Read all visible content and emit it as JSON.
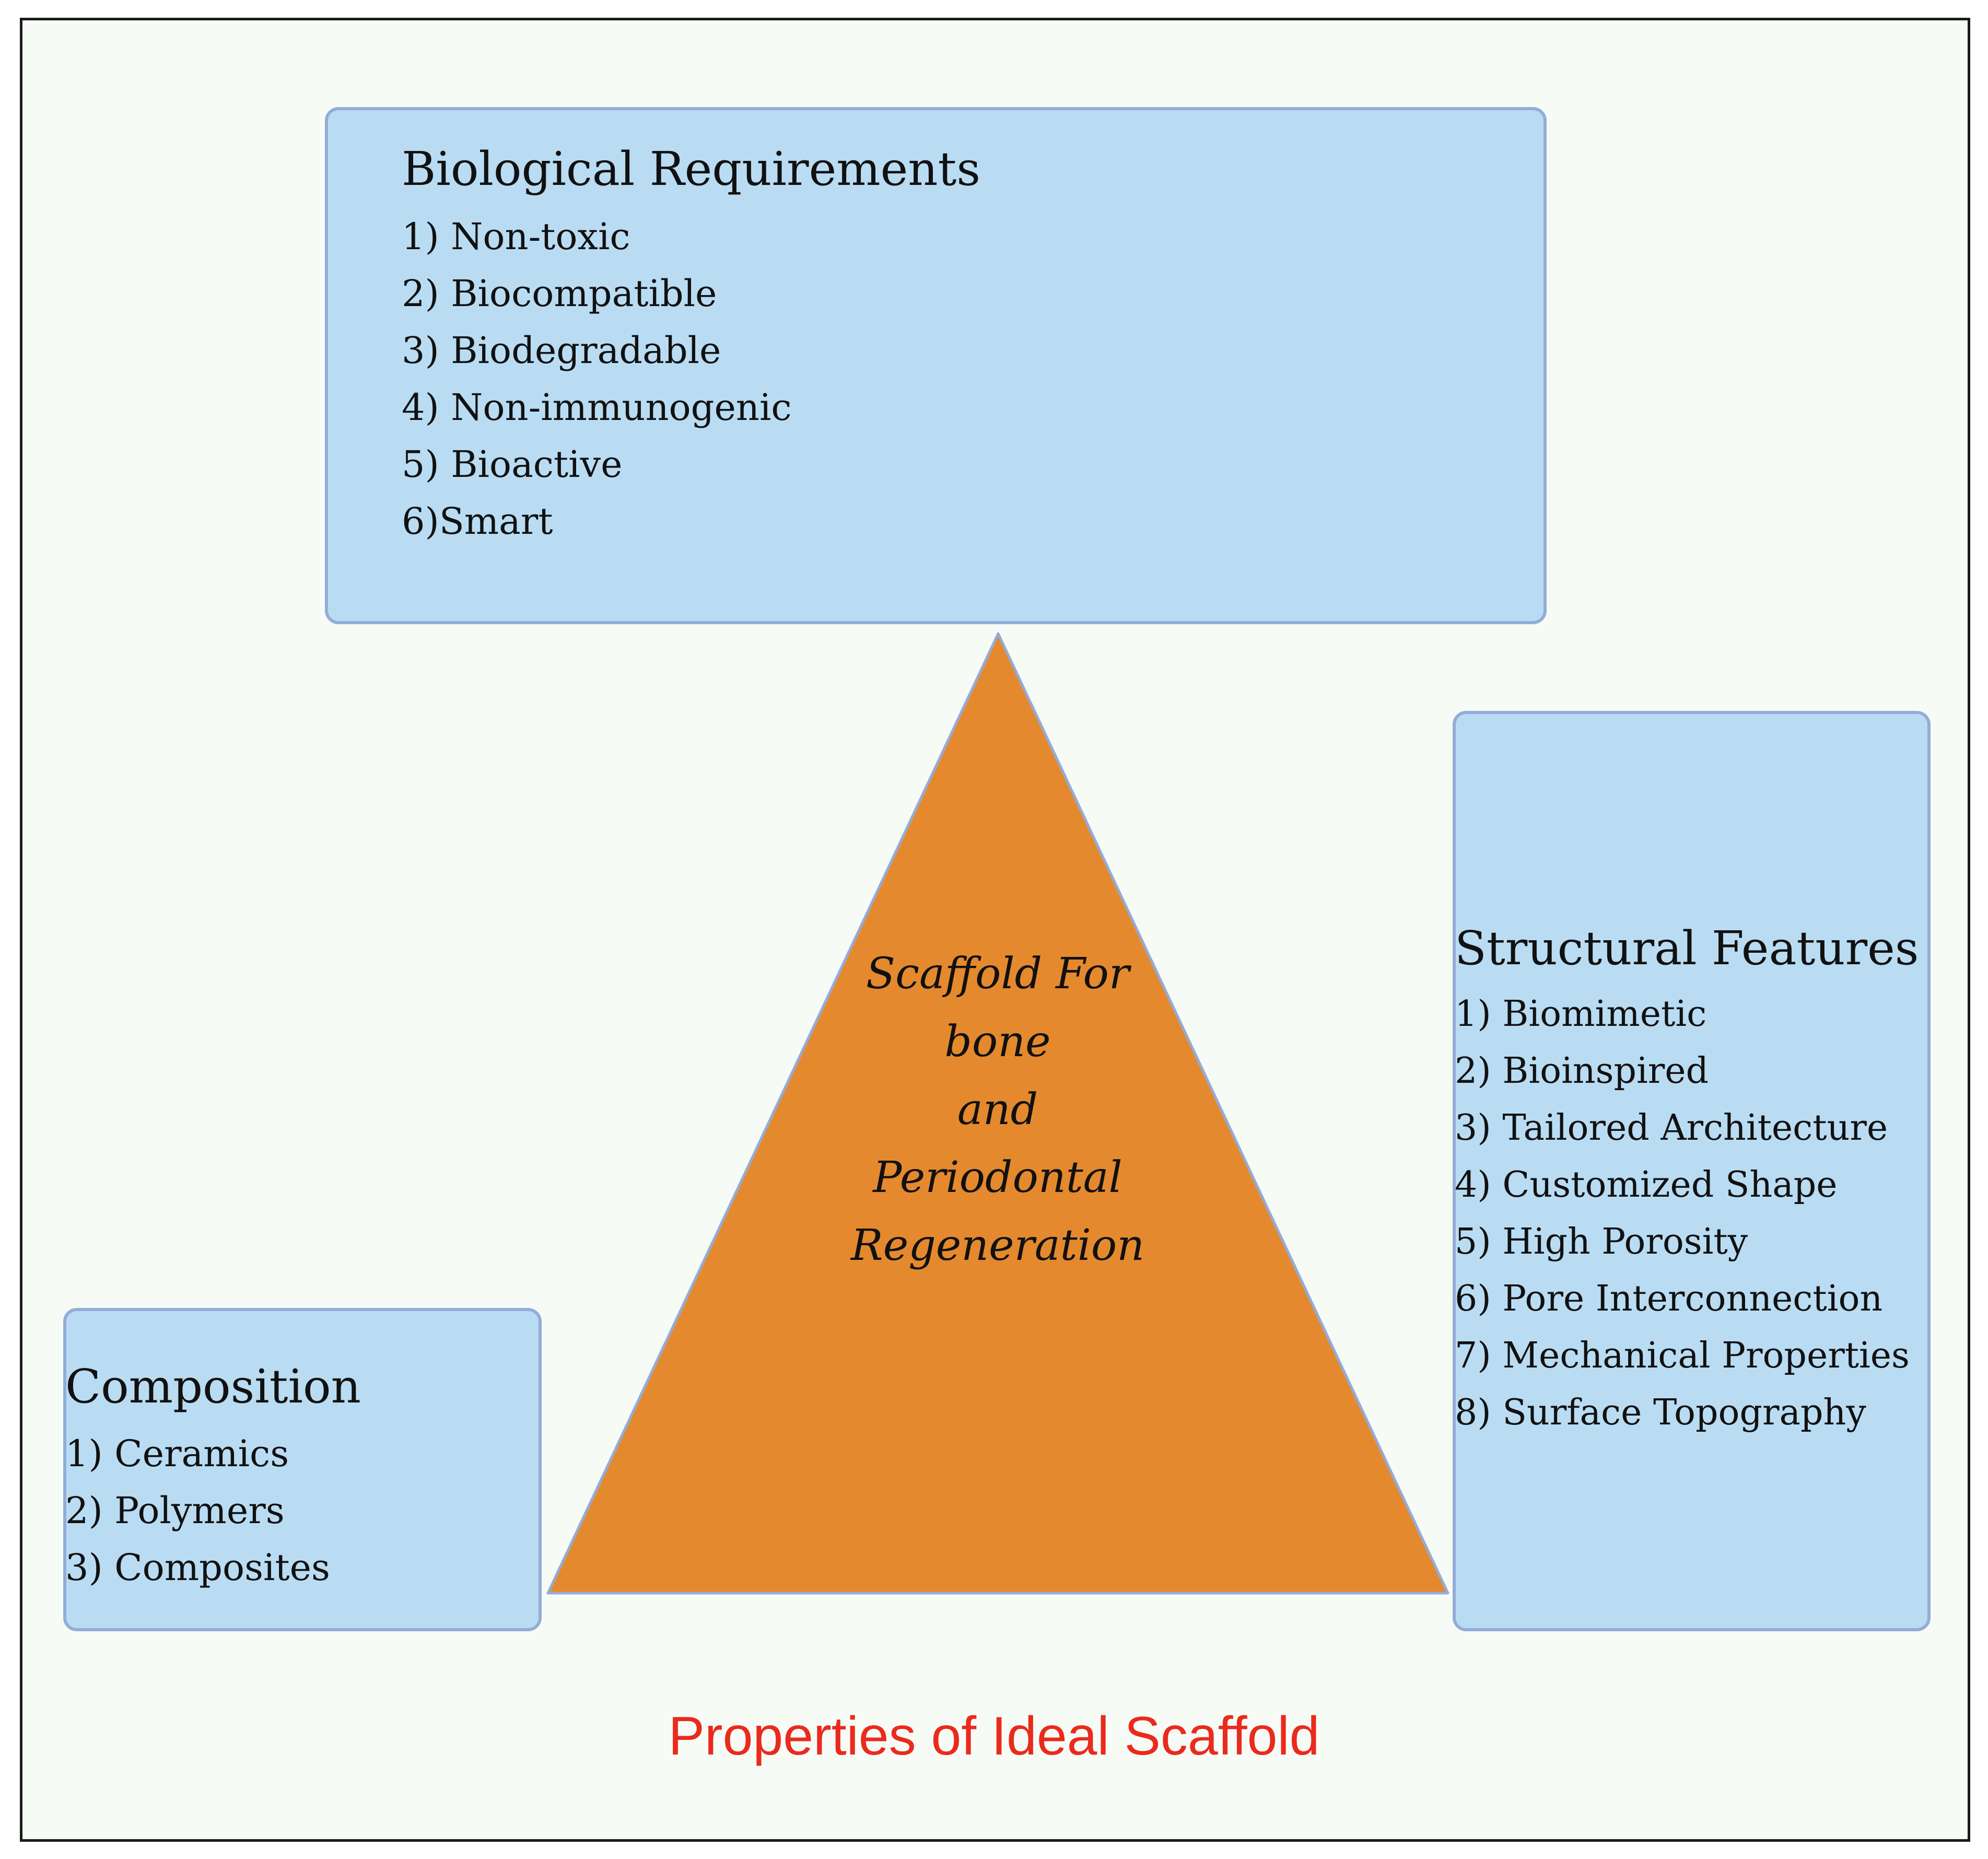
{
  "biological": {
    "title": "Biological Requirements",
    "items": [
      "1) Non-toxic",
      "2) Biocompatible",
      "3) Biodegradable",
      "4) Non-immunogenic",
      "5) Bioactive",
      "6)Smart"
    ]
  },
  "structural": {
    "title": "Structural Features",
    "items": [
      "1) Biomimetic",
      "2) Bioinspired",
      "3) Tailored Architecture",
      "4) Customized Shape",
      "5) High Porosity",
      "6) Pore Interconnection",
      "7) Mechanical Properties",
      "8) Surface Topography"
    ]
  },
  "composition": {
    "title": "Composition",
    "items": [
      "1) Ceramics",
      "2) Polymers",
      "3) Composites"
    ]
  },
  "center": {
    "lines": [
      "Scaffold For",
      "bone",
      "and",
      "Periodontal",
      "Regeneration"
    ]
  },
  "caption": "Properties of Ideal Scaffold",
  "colors": {
    "box_fill": "#b9dcf3",
    "box_border": "#93acd9",
    "triangle_fill": "#e5892e",
    "caption": "#ea2a1d"
  }
}
